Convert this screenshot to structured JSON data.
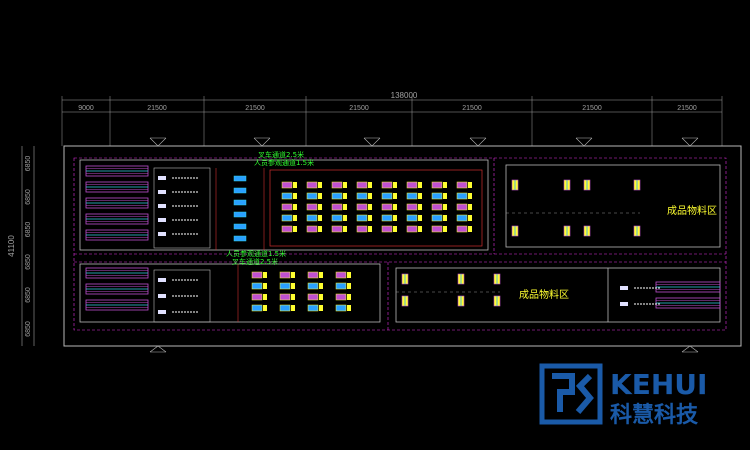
{
  "drawing": {
    "total_dimension": "138000",
    "top_dimensions": [
      "9000",
      "21500",
      "21500",
      "21500",
      "21500",
      "21500",
      "21500"
    ],
    "left_total_dimension": "41100",
    "left_dimensions": [
      "6850",
      "6850",
      "6850",
      "6850",
      "6850",
      "6850"
    ],
    "upper_aisle_labels": [
      "叉车通道2.5米",
      "人员参观通道1.5米"
    ],
    "lower_aisle_labels": [
      "人员参观通道1.5米",
      "叉车通道2.5米"
    ],
    "finished_goods_label": "成品物料区",
    "colors": {
      "frame": "#b8b8b8",
      "dashed": "#e030e0",
      "aisle_text": "#30ff30",
      "zone_text": "#ffff30",
      "magenta": "#c050d0",
      "cyan": "#30d0e0",
      "red": "#d03030",
      "dim": "#a0a0a0"
    }
  },
  "logo": {
    "brand": "KEHUI",
    "subtitle": "科慧科技",
    "color": "#1a5aa8"
  }
}
